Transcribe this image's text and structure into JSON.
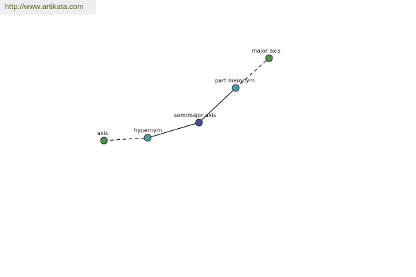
{
  "watermark": {
    "text": "http://www.artikata.com"
  },
  "graph": {
    "nodes": [
      {
        "id": "axis",
        "label": "axis",
        "color": "#4e8f4e"
      },
      {
        "id": "hypernym",
        "label": "hypernym",
        "color": "#4f9a9a"
      },
      {
        "id": "semimajor",
        "label": "semimajor axis",
        "color": "#4a4a9a"
      },
      {
        "id": "part",
        "label": "part meronym",
        "color": "#4f9a9a"
      },
      {
        "id": "major",
        "label": "major axis",
        "color": "#4e8f4e"
      }
    ],
    "edges": [
      {
        "from": "axis",
        "to": "hypernym",
        "style": "dashed"
      },
      {
        "from": "hypernym",
        "to": "semimajor",
        "style": "solid"
      },
      {
        "from": "semimajor",
        "to": "part",
        "style": "solid"
      },
      {
        "from": "part",
        "to": "major",
        "style": "dashed"
      }
    ]
  }
}
